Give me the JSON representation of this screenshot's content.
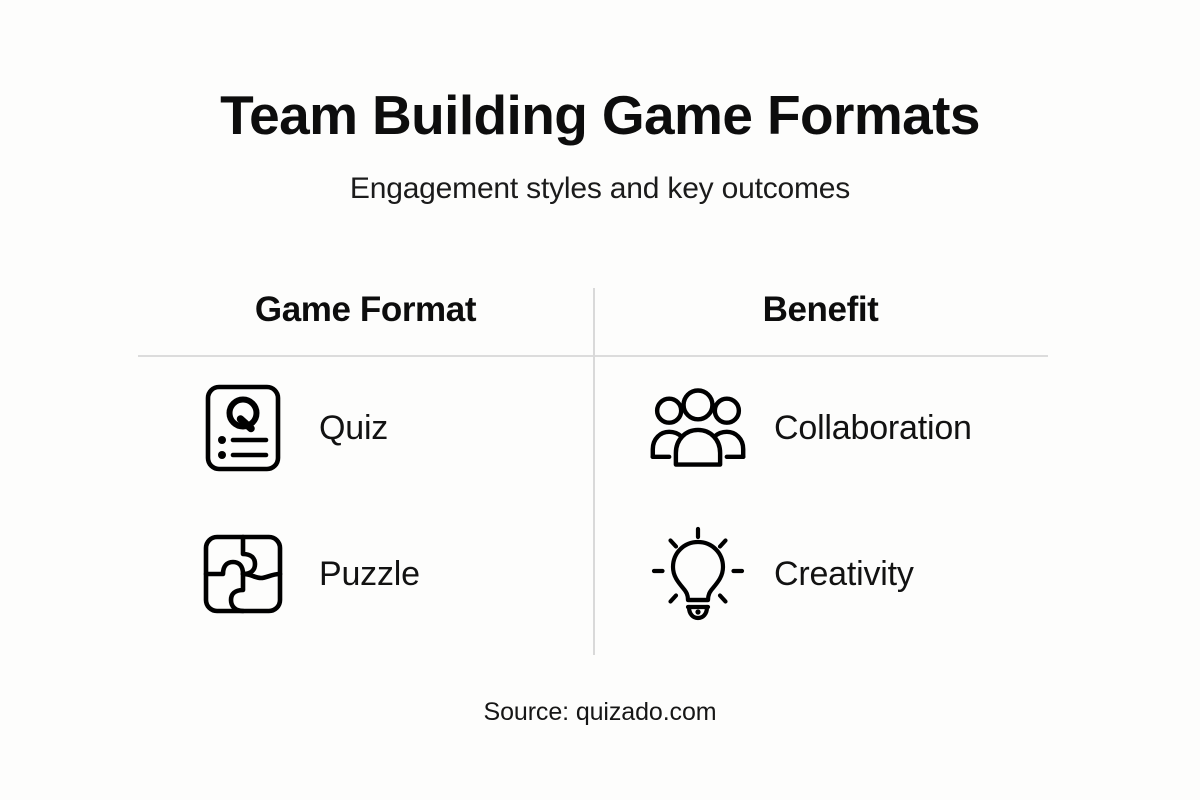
{
  "header": {
    "title": "Team Building Game Formats",
    "subtitle": "Engagement styles and key outcomes"
  },
  "table": {
    "columns": [
      {
        "label": "Game Format"
      },
      {
        "label": "Benefit"
      }
    ],
    "rows": [
      {
        "format": {
          "label": "Quiz",
          "icon": "quiz-document-icon"
        },
        "benefit": {
          "label": "Collaboration",
          "icon": "people-group-icon"
        }
      },
      {
        "format": {
          "label": "Puzzle",
          "icon": "puzzle-pieces-icon"
        },
        "benefit": {
          "label": "Creativity",
          "icon": "lightbulb-icon"
        }
      }
    ]
  },
  "footer": {
    "source": "Source: quizado.com"
  },
  "colors": {
    "background": "#fdfdfc",
    "text": "#111111",
    "rule": "#dcdcdc",
    "icon_stroke": "#000000"
  }
}
